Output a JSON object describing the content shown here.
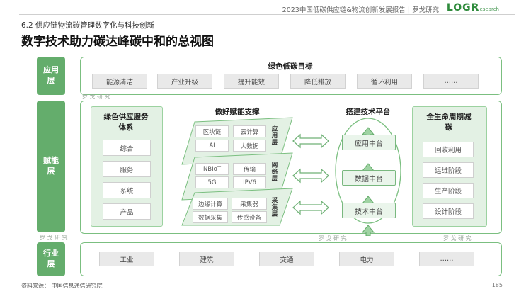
{
  "header": {
    "report_title": "2023中国低碳供应链&物流创新发展报告 | 罗戈研究",
    "logo_text": "LOGR",
    "logo_sub": "esearch"
  },
  "section_label": "6.2 供应链物流碳管理数字化与科技创新",
  "title": "数字技术助力碳达峰碳中和的总视图",
  "layers": {
    "application": {
      "label_top": "应用",
      "label_bottom": "层",
      "goal_title": "绿色低碳目标",
      "items": [
        "能源清洁",
        "产业升级",
        "提升能效",
        "降低排放",
        "循环利用",
        "……"
      ]
    },
    "enabling": {
      "label_top": "赋能",
      "label_bottom": "层",
      "service": {
        "title_line1": "绿色供应服务",
        "title_line2": "体系",
        "items": [
          "综合",
          "服务",
          "系统",
          "产品"
        ]
      },
      "support": {
        "title": "做好赋能支撑",
        "bands": [
          {
            "label": "应用层",
            "items": [
              "区块链",
              "云计算",
              "AI",
              "大数据"
            ]
          },
          {
            "label": "网络层",
            "items": [
              "NBIoT",
              "传输",
              "5G",
              "IPV6"
            ]
          },
          {
            "label": "采集层",
            "items": [
              "边缘计算",
              "采集器",
              "数据采集",
              "传感设备"
            ]
          }
        ]
      },
      "platform": {
        "title": "搭建技术平台",
        "items": [
          "应用中台",
          "数据中台",
          "技术中台"
        ]
      },
      "lifecycle": {
        "title_line1": "全生命周期减",
        "title_line2": "碳",
        "items": [
          "回收利用",
          "运维阶段",
          "生产阶段",
          "设计阶段"
        ]
      }
    },
    "industry": {
      "label_top": "行业",
      "label_bottom": "层",
      "items": [
        "工业",
        "建筑",
        "交通",
        "电力",
        "……"
      ]
    }
  },
  "watermark": "罗 戈 研 究",
  "source": "资料来源：  中国信息通信研究院",
  "page_number": "185",
  "colors": {
    "accent": "#64ad6c",
    "border": "#7bbf80",
    "light": "#e3f1e4"
  }
}
